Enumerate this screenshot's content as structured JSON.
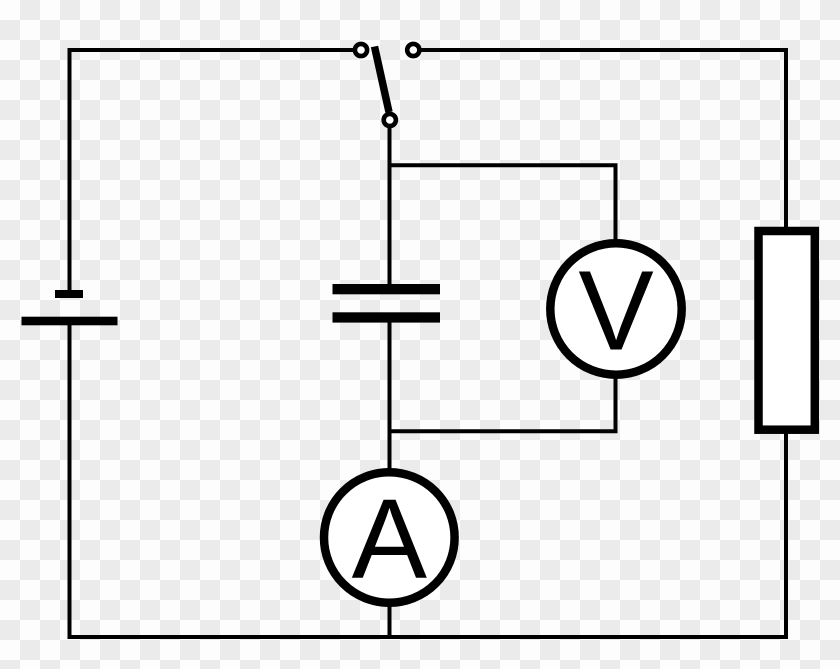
{
  "figure": {
    "type": "circuit-diagram",
    "description": "Series circuit with battery and open switch; capacitor with voltmeter in parallel, ammeter in series, and resistor on the right branch",
    "components": {
      "battery": {
        "name": "battery"
      },
      "switch": {
        "name": "switch",
        "state": "open"
      },
      "capacitor": {
        "name": "capacitor"
      },
      "voltmeter": {
        "label": "V"
      },
      "ammeter": {
        "label": "A"
      },
      "resistor": {
        "name": "resistor"
      }
    },
    "colors": {
      "line": "#000000",
      "component_fill": "#ffffff",
      "checker_light": "#fdfdfd",
      "checker_dark": "#ebebeb"
    }
  }
}
